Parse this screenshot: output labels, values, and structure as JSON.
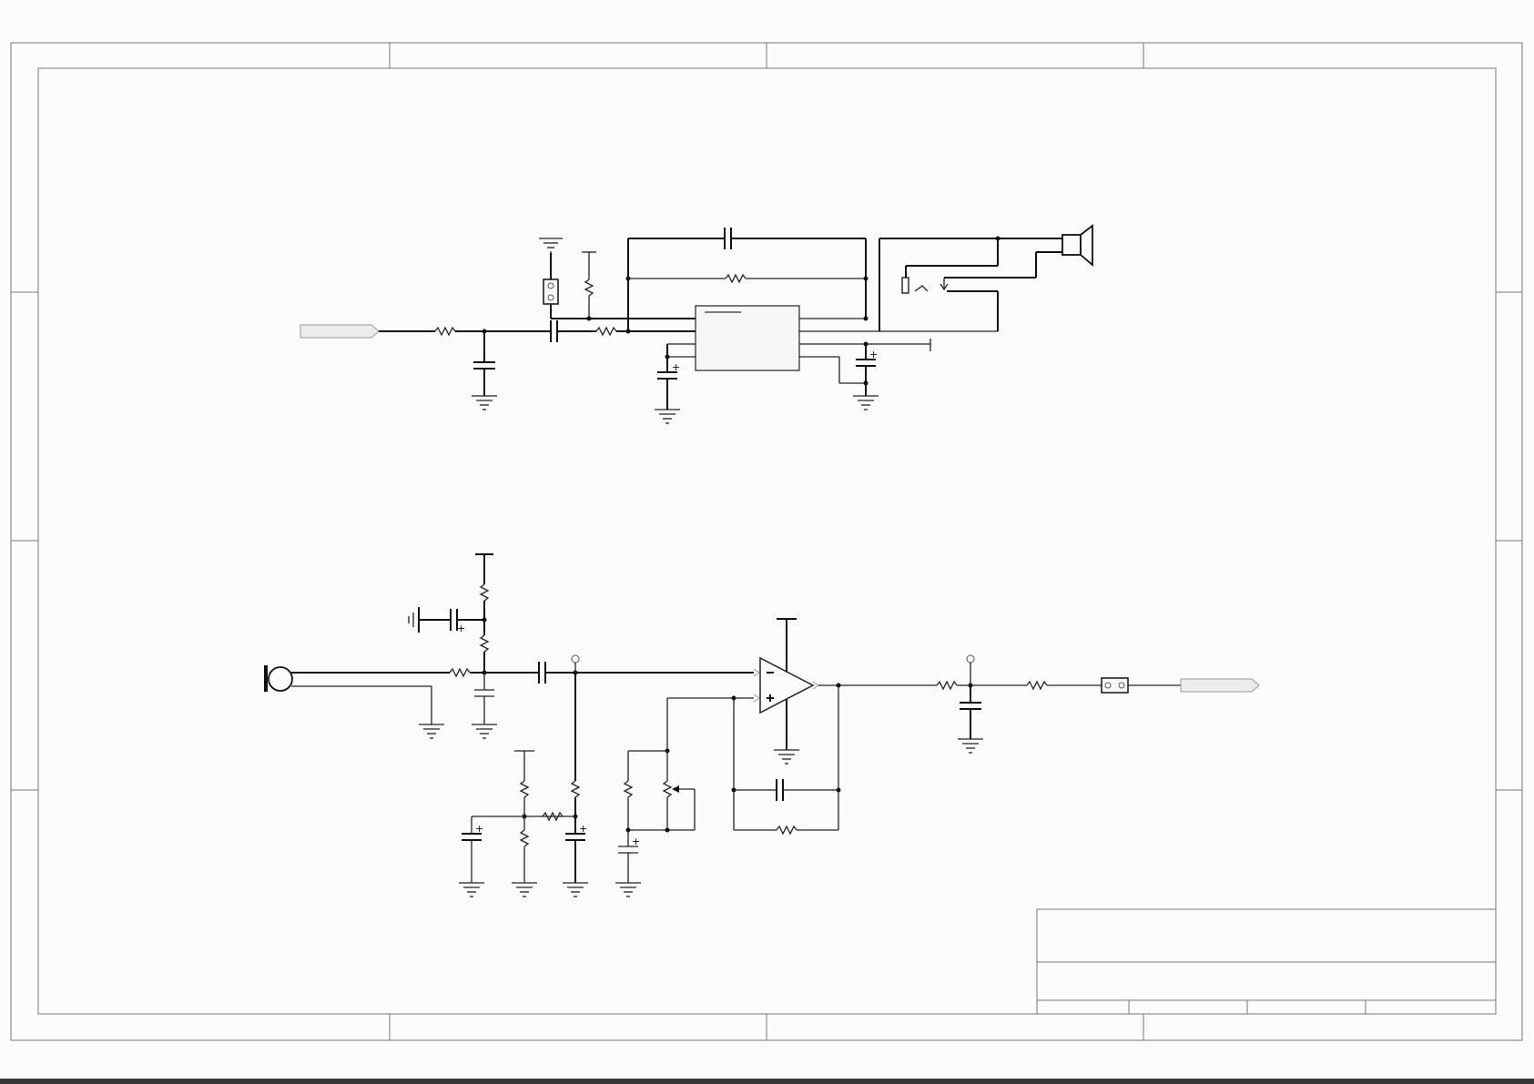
{
  "sheet": {
    "colors": {
      "background": "#fbfbfb",
      "frame": "#777777",
      "wire": "#111111",
      "port_fill": "#ececec",
      "bottom_strip": "#3a3a3a"
    },
    "frame_zone_columns": 4,
    "frame_zone_rows": 4
  },
  "amplifier_section": {
    "components": [
      "input-port",
      "series-resistor",
      "shunt-capacitor",
      "coupling-capacitor",
      "test-jumper",
      "bias-resistor",
      "input-resistor",
      "feedback-capacitor",
      "feedback-resistor",
      "amplifier-ic",
      "bypass-capacitor-left",
      "bypass-capacitor-right",
      "headphone-jack",
      "speaker"
    ]
  },
  "microphone_section": {
    "components": [
      "electret-microphone",
      "bias-resistor-top",
      "bias-resistor-lower",
      "decoupling-capacitor",
      "coupling-capacitor",
      "op-amp",
      "gain-potentiometer",
      "feedback-capacitor",
      "feedback-resistor",
      "output-resistor",
      "filter-capacitor",
      "series-resistor-out",
      "output-jumper",
      "output-port",
      "reference-divider"
    ]
  },
  "title_block": {
    "rows": 3,
    "bottom_cells": 4
  }
}
